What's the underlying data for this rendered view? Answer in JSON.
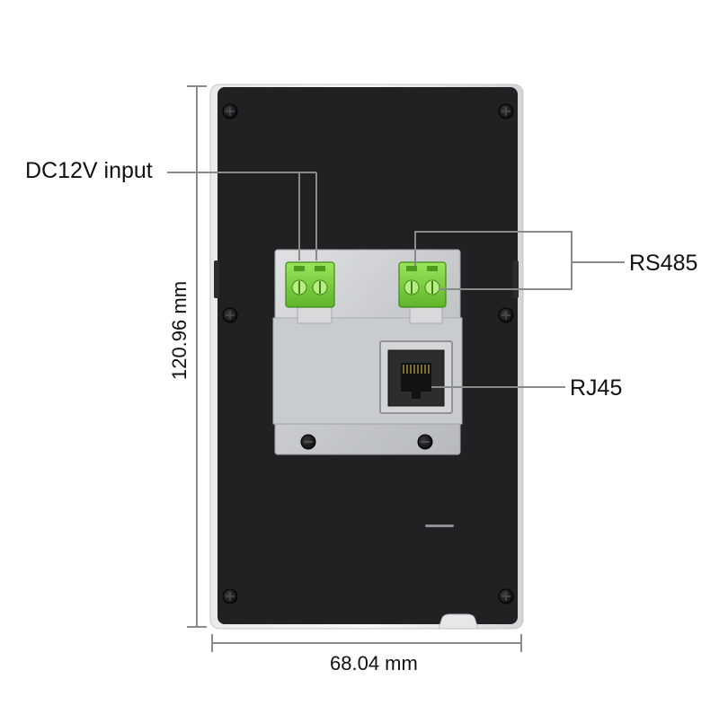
{
  "labels": {
    "dc_input": "DC12V input",
    "rs485": "RS485",
    "rj45": "RJ45",
    "width": "68.04 mm",
    "height": "120.96 mm"
  },
  "colors": {
    "panel_face": "#1f2123",
    "frame": "#d6d8da",
    "bracket": "#c3c6c9",
    "terminal": "#7fd43b",
    "leader": "#8a8a8a"
  }
}
